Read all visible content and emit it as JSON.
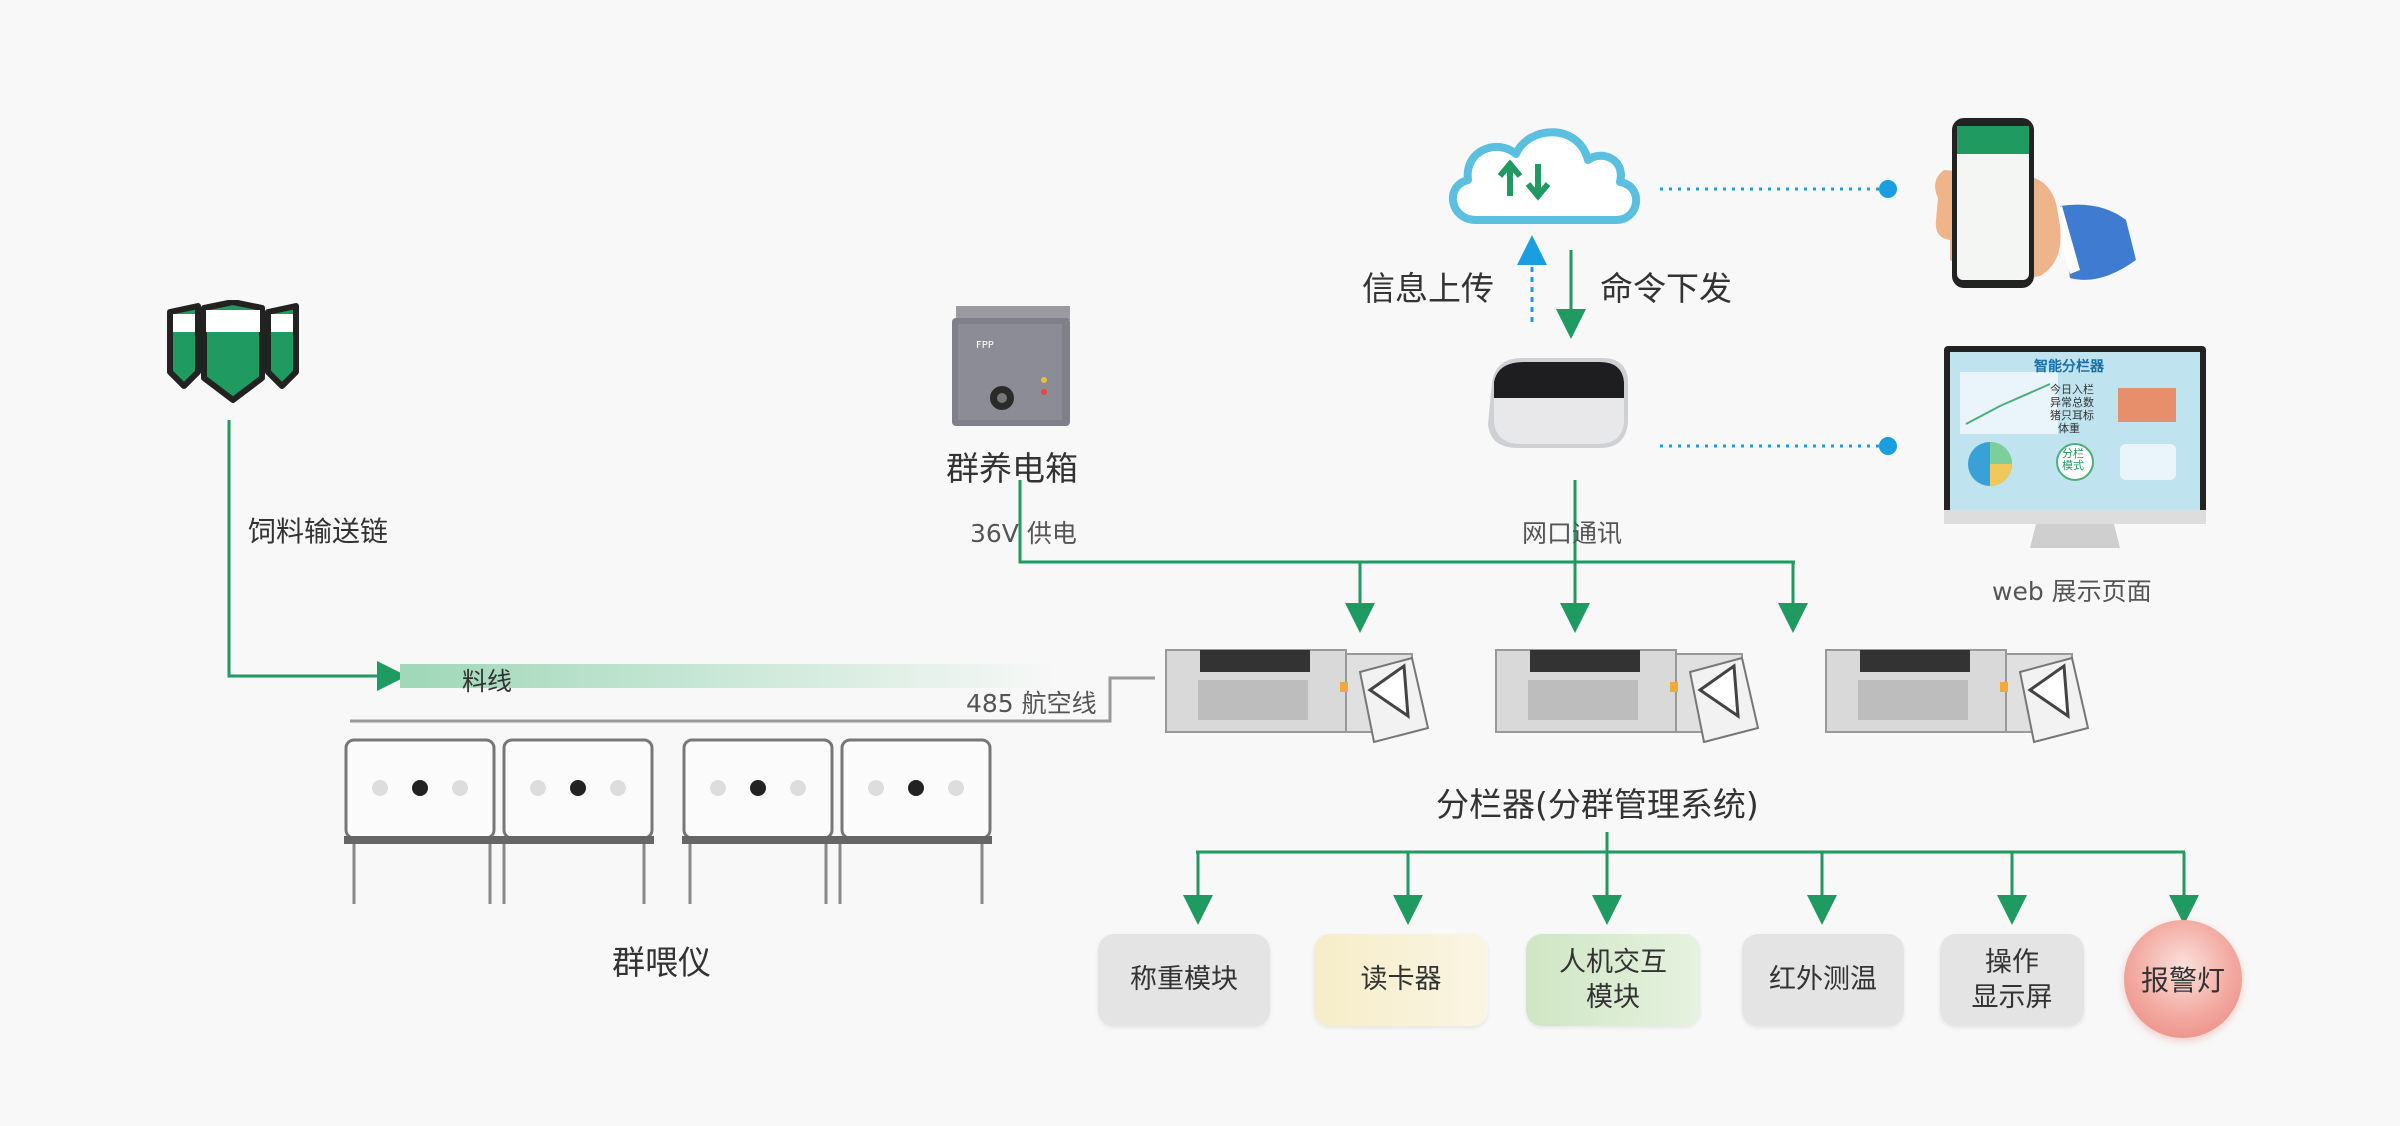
{
  "labels": {
    "feed_chain": "饲料输送链",
    "group_box": "群养电箱",
    "power_36v": "36V 供电",
    "info_upload": "信息上传",
    "cmd_down": "命令下发",
    "network": "网口通讯",
    "web_page": "web 展示页面",
    "feed_line": "料线",
    "line_485": "485 航空线",
    "separator": "分栏器(分群管理系统)",
    "feeder": "群喂仪"
  },
  "monitor": {
    "title": "智能分栏器",
    "list": [
      "今日入栏",
      "异常总数",
      "猪只耳标",
      "体重"
    ],
    "mode_badge": "分栏\n模式"
  },
  "modules": [
    {
      "label": "称重模块",
      "color": "#e4e4e4"
    },
    {
      "label": "读卡器",
      "color": "#f7efcf"
    },
    {
      "label": "人机交互\n模块",
      "color": "#d9ebcf"
    },
    {
      "label": "红外测温",
      "color": "#e4e4e4"
    },
    {
      "label": "操作\n显示屏",
      "color": "#e4e4e4"
    }
  ],
  "alarm": {
    "label": "报警灯"
  },
  "colors": {
    "green": "#1f9a60",
    "blue": "#1a9ee0",
    "gray": "#999999"
  }
}
